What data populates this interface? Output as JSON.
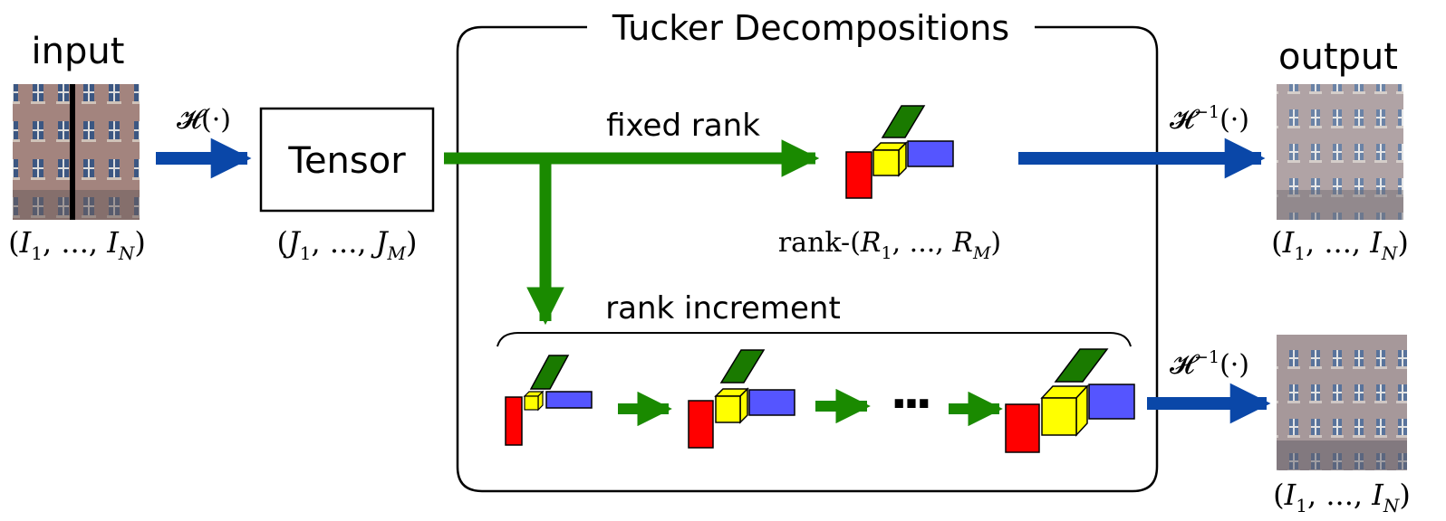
{
  "labels": {
    "input": "input",
    "output": "output",
    "tensor": "Tensor",
    "panel_title": "Tucker Decompositions",
    "fixed_rank": "fixed rank",
    "rank_increment": "rank increment",
    "ellipsis": "···"
  },
  "math": {
    "hankel": "𝓗(·)",
    "hankel_inv_base": "𝓗",
    "hankel_inv_sup": "−1",
    "hankel_inv_arg": "(·)",
    "input_dims": "(I1, ..., IN)",
    "tensor_dims": "(J1, ..., JM)",
    "rank_prefix": "rank-",
    "rank_dims": "(R1, ..., RM)"
  },
  "colors": {
    "core": "#ffff00",
    "factor_red": "#ff0000",
    "factor_green": "#1a7a00",
    "factor_blue": "#5555ff",
    "arrow_blue": "#0a47a8",
    "arrow_green": "#1a8a00",
    "facade_wall": "#a7867f",
    "facade_window": "#3d5a86"
  }
}
